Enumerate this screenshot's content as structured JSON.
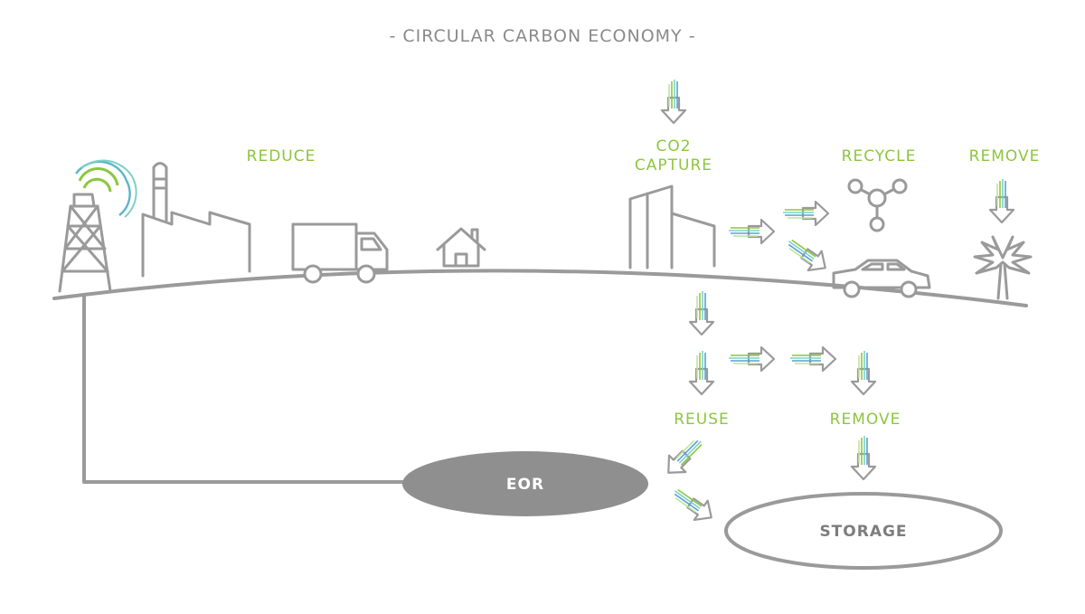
{
  "title": "- CIRCULAR CARBON ECONOMY -",
  "labels": {
    "reduce": "REDUCE",
    "co2_line1": "CO2",
    "co2_line2": "CAPTURE",
    "recycle": "RECYCLE",
    "remove_top": "REMOVE",
    "reuse": "REUSE",
    "remove_bottom": "REMOVE"
  },
  "reservoirs": {
    "eor": "EOR",
    "storage": "STORAGE"
  },
  "colors": {
    "accent_green": "#8cc63f",
    "line_gray": "#9a9a9a",
    "eor_fill": "#8f8f8f",
    "text_gray": "#7d7d7d"
  },
  "icons": [
    "oil-rig-icon",
    "factory-icon",
    "truck-icon",
    "house-icon",
    "building-icon",
    "molecule-icon",
    "car-icon",
    "palm-tree-icon",
    "co2-arrow-icon"
  ]
}
